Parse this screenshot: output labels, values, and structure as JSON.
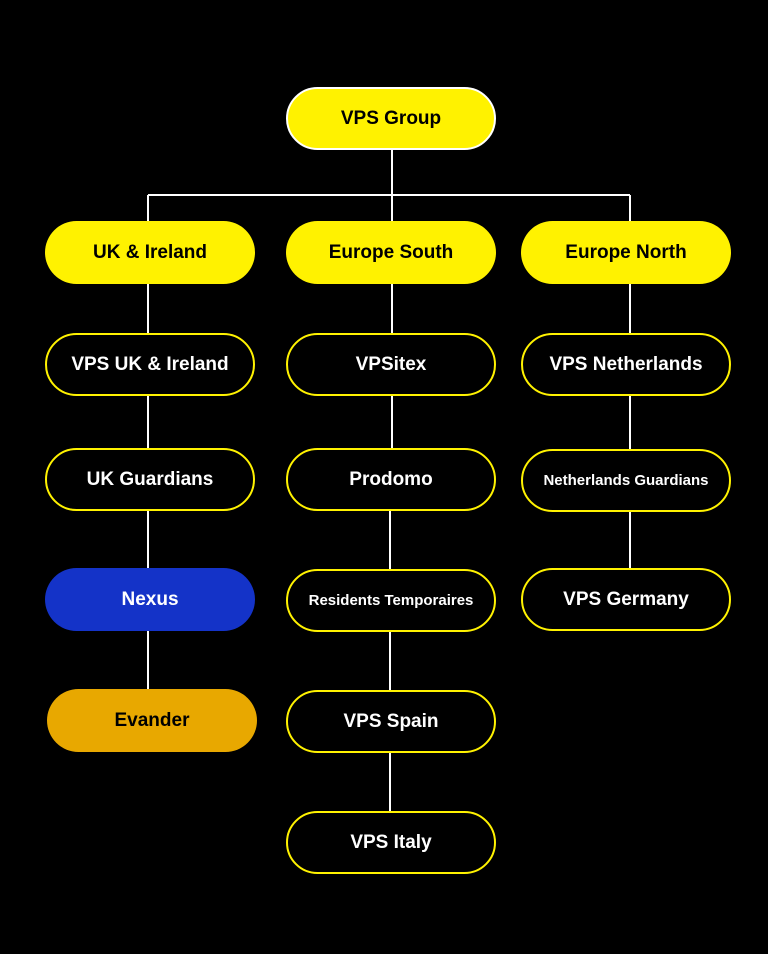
{
  "diagram": {
    "root": {
      "label": "VPS Group"
    },
    "columns": [
      {
        "region": "UK & Ireland",
        "items": [
          {
            "label": "VPS UK & Ireland",
            "style": "outline"
          },
          {
            "label": "UK Guardians",
            "style": "outline"
          },
          {
            "label": "Nexus",
            "style": "blue"
          },
          {
            "label": "Evander",
            "style": "gold"
          }
        ]
      },
      {
        "region": "Europe South",
        "items": [
          {
            "label": "VPSitex",
            "style": "outline"
          },
          {
            "label": "Prodomo",
            "style": "outline"
          },
          {
            "label": "Residents Temporaires",
            "style": "outline-small"
          },
          {
            "label": "VPS Spain",
            "style": "outline"
          },
          {
            "label": "VPS Italy",
            "style": "outline"
          }
        ]
      },
      {
        "region": "Europe North",
        "items": [
          {
            "label": "VPS Netherlands",
            "style": "outline"
          },
          {
            "label": "Netherlands Guardians",
            "style": "outline-small"
          },
          {
            "label": "VPS Germany",
            "style": "outline"
          }
        ]
      }
    ]
  },
  "colors": {
    "background": "#000000",
    "accent_yellow": "#FFF200",
    "connector": "#FFFFFF",
    "nexus_blue": "#1433C8",
    "evander_gold": "#E8A800"
  }
}
